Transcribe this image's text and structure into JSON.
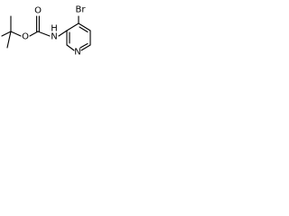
{
  "molecule": {
    "atoms": {
      "carbonyl_oxygen": "O",
      "ester_oxygen": "O",
      "amide_nitrogen": "N",
      "amide_hydrogen": "H",
      "bromine": "Br",
      "ring_nitrogen": "N"
    }
  }
}
